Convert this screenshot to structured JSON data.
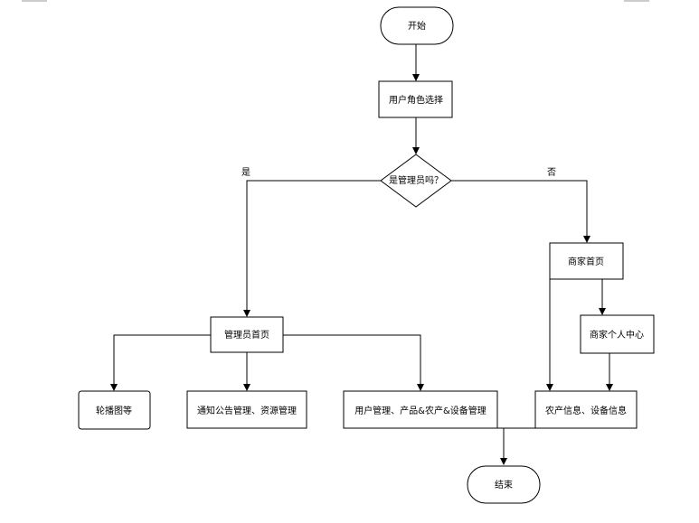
{
  "flowchart": {
    "start": "开始",
    "role_select": "用户角色选择",
    "is_admin": "是管理员吗？",
    "yes": "是",
    "no": "否",
    "admin_home": "管理员首页",
    "carousel": "轮播图等",
    "notice_resource": "通知公告管理、资源管理",
    "user_product_device": "用户管理、产品&农产&设备管理",
    "merchant_home": "商家首页",
    "merchant_center": "商家个人中心",
    "farm_device_info": "农产信息、设备信息",
    "end": "结束"
  },
  "colors": {
    "stroke": "#000000",
    "fill": "#ffffff"
  }
}
